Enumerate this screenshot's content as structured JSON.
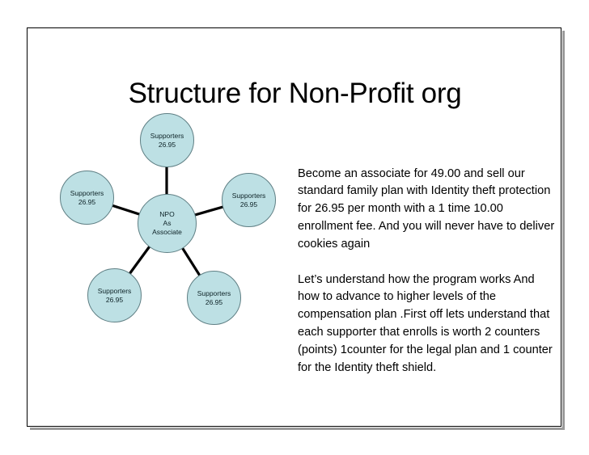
{
  "slide": {
    "title": "Structure for Non-Profit org",
    "background_color": "#ffffff",
    "border_color": "#000000",
    "shadow_color": "#9a9a9a"
  },
  "diagram": {
    "type": "radial-hub-and-spoke",
    "node_fill_color": "#bde0e4",
    "node_border_color": "#5f7f84",
    "connector_color": "#000000",
    "center": {
      "name": "npo-as-associate",
      "line1": "NPO",
      "line2": "As",
      "line3": "Associate"
    },
    "spokes": [
      {
        "name": "supporter-top",
        "line1": "Supporters",
        "line2": "26.95"
      },
      {
        "name": "supporter-left",
        "line1": "Supporters",
        "line2": "26.95"
      },
      {
        "name": "supporter-right",
        "line1": "Supporters",
        "line2": "26.95"
      },
      {
        "name": "supporter-bottom-left",
        "line1": "Supporters",
        "line2": "26.95"
      },
      {
        "name": "supporter-bottom-right",
        "line1": "Supporters",
        "line2": "26.95"
      }
    ]
  },
  "body": {
    "paragraph_1": "Become an associate for 49.00 and sell our standard family plan with Identity theft protection for 26.95 per month with a 1 time 10.00 enrollment fee. And you will never have to deliver cookies again",
    "paragraph_2": "Let’s understand how the program works And how to advance to higher levels of the compensation plan .First off lets understand that each supporter that enrolls is worth 2 counters (points) 1counter for the legal plan and 1 counter for the Identity theft shield."
  }
}
